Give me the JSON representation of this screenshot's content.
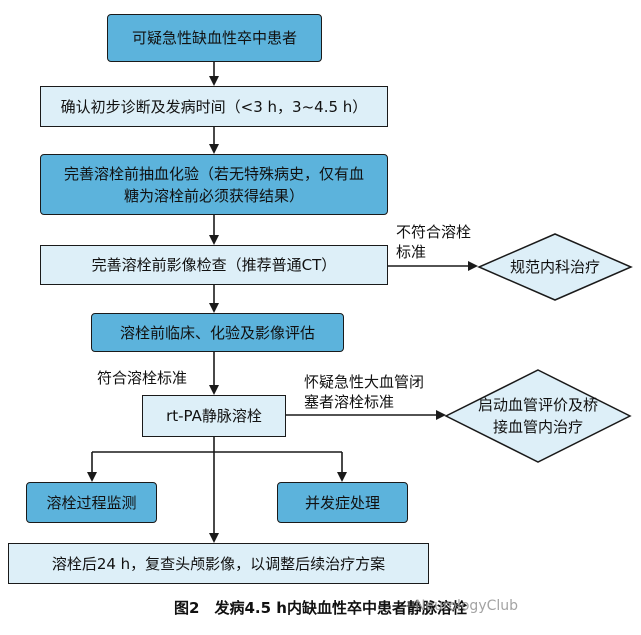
{
  "colors": {
    "primary_box": "#5cb3dc",
    "secondary_box": "#ddeff8",
    "line": "#1a1a1a"
  },
  "nodes": {
    "suspected": "可疑急性缺血性卒中患者",
    "confirm_diagnosis": "确认初步诊断及发病时间（<3 h，3~4.5 h）",
    "blood_test": "完善溶栓前抽血化验（若无特殊病史，仅有血糖为溶栓前必须获得结果）",
    "imaging": "完善溶栓前影像检查（推荐普通CT）",
    "standard_treatment": "规范内科治疗",
    "evaluation": "溶栓前临床、化验及影像评估",
    "rtpa": "rt-PA静脉溶栓",
    "endovascular": "启动血管评价及桥接血管内治疗",
    "monitoring": "溶栓过程监测",
    "complication": "并发症处理",
    "followup": "溶栓后24 h，复查头颅影像，以调整后续治疗方案"
  },
  "edge_labels": {
    "not_meet": "不符合溶栓标准",
    "meet": "符合溶栓标准",
    "suspect_lvo": "怀疑急性大血管闭塞者溶栓标准"
  },
  "caption": "图2　发病4.5 h内缺血性卒中患者静脉溶栓",
  "watermark": "NeurologyClub"
}
